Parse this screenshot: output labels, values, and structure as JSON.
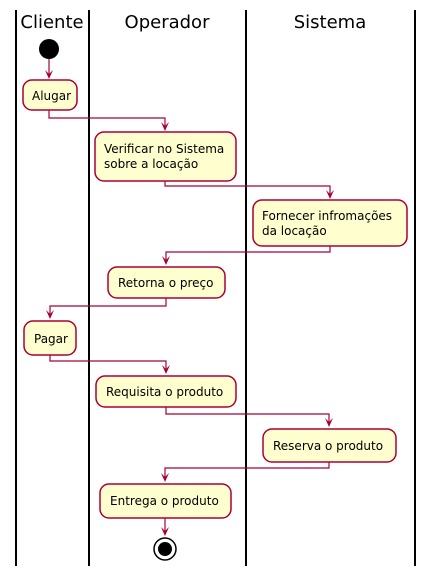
{
  "swimlanes": [
    {
      "id": "cliente",
      "title": "Cliente"
    },
    {
      "id": "operador",
      "title": "Operador"
    },
    {
      "id": "sistema",
      "title": "Sistema"
    }
  ],
  "activities": [
    {
      "id": "alugar",
      "lane": "cliente",
      "lines": [
        "Alugar"
      ]
    },
    {
      "id": "verificar",
      "lane": "operador",
      "lines": [
        "Verificar no Sistema",
        "sobre a locação"
      ]
    },
    {
      "id": "fornecer",
      "lane": "sistema",
      "lines": [
        "Fornecer infromações",
        "da locação"
      ]
    },
    {
      "id": "retorna",
      "lane": "operador",
      "lines": [
        "Retorna o preço"
      ]
    },
    {
      "id": "pagar",
      "lane": "cliente",
      "lines": [
        "Pagar"
      ]
    },
    {
      "id": "requisita",
      "lane": "operador",
      "lines": [
        "Requisita o produto"
      ]
    },
    {
      "id": "reserva",
      "lane": "sistema",
      "lines": [
        "Reserva o produto"
      ]
    },
    {
      "id": "entrega",
      "lane": "operador",
      "lines": [
        "Entrega o produto"
      ]
    }
  ],
  "colors": {
    "activity_fill": "#FEFECE",
    "activity_border": "#A80036",
    "arrow": "#A80036",
    "node": "#000000"
  }
}
